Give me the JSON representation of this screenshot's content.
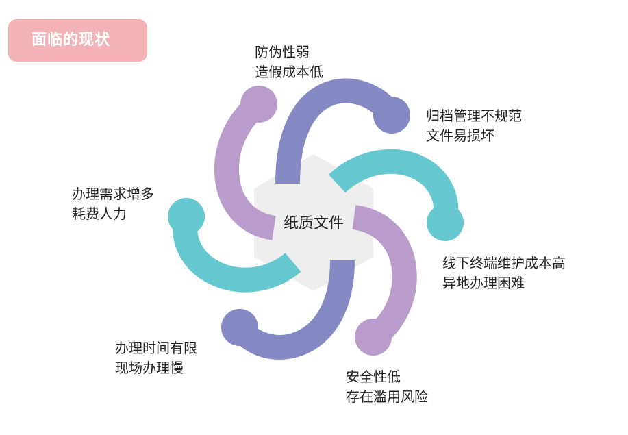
{
  "header": {
    "title": "面临的现状"
  },
  "center": {
    "label": "纸质文件"
  },
  "items": [
    {
      "line1": "防伪性弱",
      "line2": "造假成本低"
    },
    {
      "line1": "归档管理不规范",
      "line2": "文件易损坏"
    },
    {
      "line1": "线下终端维护成本高",
      "line2": "异地办理困难"
    },
    {
      "line1": "安全性低",
      "line2": "存在滥用风险"
    },
    {
      "line1": "办理时间有限",
      "line2": "现场办理慢"
    },
    {
      "line1": "办理需求增多",
      "line2": "耗费人力"
    }
  ],
  "colors": {
    "badge": "#f3b3b6",
    "purple": "#b99ccb",
    "indigo": "#8489c3",
    "teal": "#65c7cf",
    "hexagon": "#eeeeee"
  }
}
